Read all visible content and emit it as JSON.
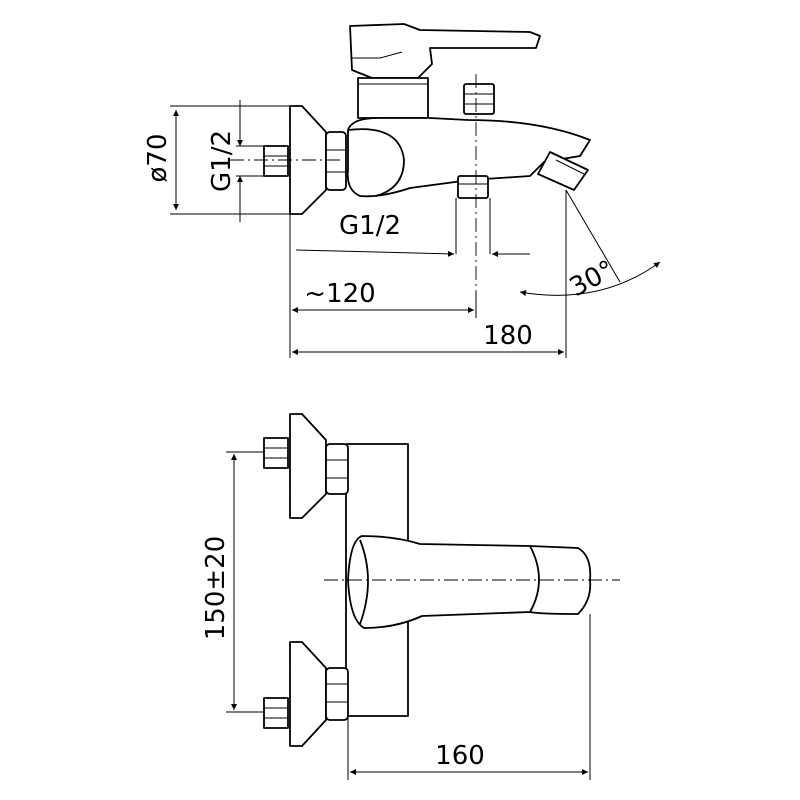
{
  "dimensions": {
    "diameter": "ø70",
    "thread_inlet": "G1/2",
    "thread_outlet": "G1/2",
    "depth_approx": "~120",
    "depth_total": "180",
    "spout_angle": "30°",
    "inlet_spacing": "150±20",
    "spout_length": "160"
  },
  "colors": {
    "line": "#000000",
    "background": "#ffffff"
  }
}
